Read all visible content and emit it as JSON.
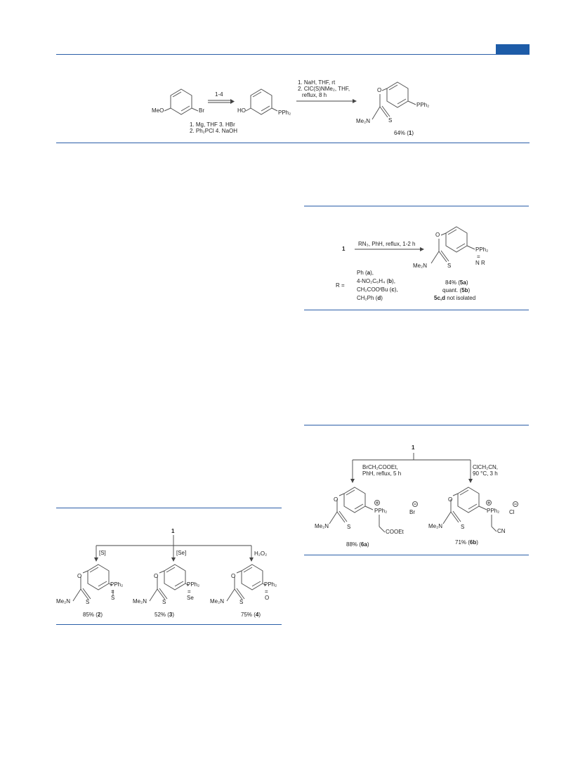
{
  "scheme1": {
    "start_label": "MeO",
    "start_halide": "Br",
    "arrow1_steps": "1-4",
    "arrow1_cond1": "1. Mg, THF   3. HBr",
    "arrow1_cond2": "2. Ph₂PCl   4. NaOH",
    "int_oh": "HO",
    "int_pph2": "PPh₂",
    "arrow2_cond1": "1. NaH, THF, rt",
    "arrow2_cond2": "2. ClC(S)NMe₂, THF,",
    "arrow2_cond3": "reflux, 8 h",
    "product_o": "O",
    "product_nme2": "Me₂N",
    "product_s": "S",
    "product_pph2": "PPh₂",
    "yield_pct": "64% (",
    "yield_num": "1",
    "yield_close": ")"
  },
  "scheme_5": {
    "reactant": "1",
    "conditions": "RN₃, PhH, reflux, 1-2 h",
    "r_equals": "R =",
    "r1_pre": "Ph (",
    "r1_id": "a",
    "r1_post": "),",
    "r2_pre": "4-NO₂C₆H₄ (",
    "r2_id": "b",
    "r2_post": "),",
    "r3_pre": "CH₂COOᵗBu (",
    "r3_id": "c",
    "r3_post": "),",
    "r4_pre": "CH₂Ph (",
    "r4_id": "d",
    "r4_post": ")",
    "product_o": "O",
    "product_nme2": "Me₂N",
    "product_s": "S",
    "product_pph2": "PPh₂",
    "product_eq": "=",
    "product_nr": "N    R",
    "yield1_pre": "84% (",
    "yield1_id": "5a",
    "yield1_post": ")",
    "yield2_pre": "quant. (",
    "yield2_id": "5b",
    "yield2_post": ")",
    "yield3_id": "5c,d",
    "yield3_post": " not isolated"
  },
  "scheme_6": {
    "reactant": "1",
    "left_cond1": "BrCH₂COOEt,",
    "left_cond2": "PhH, reflux, 5 h",
    "right_cond1": "ClCH₂CN,",
    "right_cond2": "90 °C, 3 h",
    "a_pph2": "PPh₂",
    "a_anion": "Br",
    "a_cooet": "COOEt",
    "a_nme2": "Me₂N",
    "a_s": "S",
    "a_o": "O",
    "b_pph2": "PPh₂",
    "b_anion": "Cl",
    "b_cn": "CN",
    "b_nme2": "Me₂N",
    "b_s": "S",
    "b_o": "O",
    "yield_a_pre": "88% (",
    "yield_a_id": "6a",
    "yield_a_post": ")",
    "yield_b_pre": "71% (",
    "yield_b_id": "6b",
    "yield_b_post": ")"
  },
  "scheme_234": {
    "reactant": "1",
    "branch1": "[S]",
    "branch2": "[Se]",
    "branch3": "H₂O₂",
    "p_pph2": "PPh₂",
    "p1_chalc": "S",
    "p2_chalc": "Se",
    "p3_chalc": "O",
    "p_eq": "=",
    "o_label": "O",
    "nme2": "Me₂N",
    "s_label": "S",
    "y1_pre": "85% (",
    "y1_id": "2",
    "y1_post": ")",
    "y2_pre": "52% (",
    "y2_id": "3",
    "y2_post": ")",
    "y3_pre": "75% (",
    "y3_id": "4",
    "y3_post": ")"
  },
  "colors": {
    "rule": "#2a5ea8",
    "header_tab": "#1d5ca8"
  }
}
